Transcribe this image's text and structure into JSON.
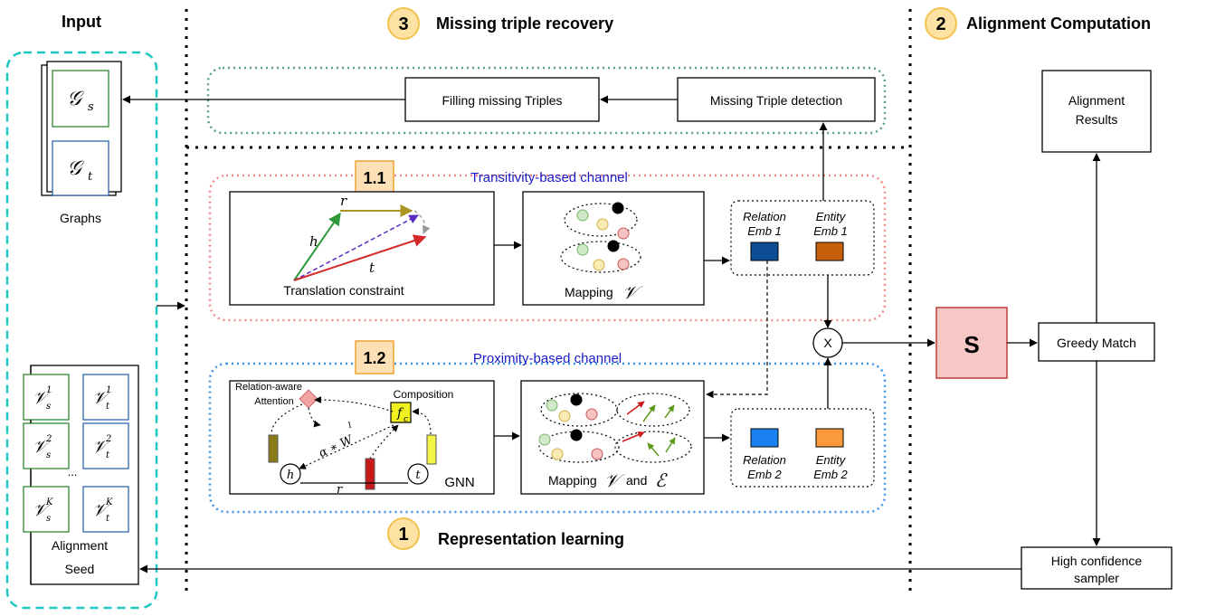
{
  "sections": {
    "input": "Input",
    "missing": {
      "num": "3",
      "title": "Missing triple recovery"
    },
    "alignment": {
      "num": "2",
      "title": "Alignment Computation"
    },
    "representation": {
      "num": "1",
      "title": "Representation learning"
    }
  },
  "graphs": {
    "gs": "𝒢",
    "gs_sub": "s",
    "gt": "𝒢",
    "gt_sub": "t",
    "label": "Graphs"
  },
  "seed": {
    "rows": [
      {
        "left": "𝒱",
        "left_sub": "s",
        "left_sup": "1",
        "right": "𝒱",
        "right_sub": "t",
        "right_sup": "1"
      },
      {
        "left": "𝒱",
        "left_sub": "s",
        "left_sup": "2",
        "right": "𝒱",
        "right_sub": "t",
        "right_sup": "2"
      },
      {
        "left": "𝒱",
        "left_sub": "s",
        "left_sup": "K",
        "right": "𝒱",
        "right_sub": "t",
        "right_sup": "K"
      }
    ],
    "ellipsis": "...",
    "label_line1": "Alignment",
    "label_line2": "Seed"
  },
  "recovery": {
    "filling": "Filling missing Triples",
    "detection": "Missing Triple detection"
  },
  "channel1": {
    "badge": "1.1",
    "title": "Transitivity-based channel",
    "translation": {
      "h": "h",
      "r": "r",
      "t": "t",
      "caption": "Translation constraint"
    },
    "mapping": {
      "text": "Mapping",
      "math": "𝒱"
    },
    "emb": {
      "relation_l1": "Relation",
      "relation_l2": "Emb 1",
      "entity_l1": "Entity",
      "entity_l2": "Emb 1",
      "relation_color": "#0d4e96",
      "entity_color": "#c7600a"
    }
  },
  "channel2": {
    "badge": "1.2",
    "title": "Proximity-based channel",
    "gnn": {
      "attention_l1": "Relation-aware",
      "attention_l2": "Attention",
      "composition": "Composition",
      "fc": "f",
      "fc_sub": "c",
      "alpha": "α ∗ W",
      "alpha_sub": "I",
      "h": "h",
      "r": "r",
      "t": "t",
      "label": "GNN"
    },
    "mapping": {
      "text": "Mapping",
      "math1": "𝒱",
      "and": "and",
      "math2": "ℰ"
    },
    "emb": {
      "relation_l1": "Relation",
      "relation_l2": "Emb 2",
      "entity_l1": "Entity",
      "entity_l2": "Emb 2",
      "relation_color": "#1a82f0",
      "entity_color": "#fb9a3c"
    }
  },
  "combine": {
    "symbol": "X"
  },
  "similarity": {
    "label": "S"
  },
  "greedy": "Greedy Match",
  "results": {
    "line1": "Alignment",
    "line2": "Results"
  },
  "sampler": {
    "line1": "High confidence",
    "line2": "sampler"
  },
  "colors": {
    "input_border": "#1fc7c2",
    "recovery_border": "#5c9e8a",
    "channel1_border": "#f08c8c",
    "channel2_border": "#3d93e8",
    "badge_fill": "#fde0b6",
    "badge_border": "#f0a232",
    "num_circle_fill": "#fde2a4",
    "num_circle_border": "#f3c24d",
    "similarity_fill": "#f5c7c5",
    "similarity_border": "#c23c3a",
    "gs_border": "#2f8a2f",
    "gt_border": "#2e67b0",
    "channel_title": "#1a1ac8"
  }
}
